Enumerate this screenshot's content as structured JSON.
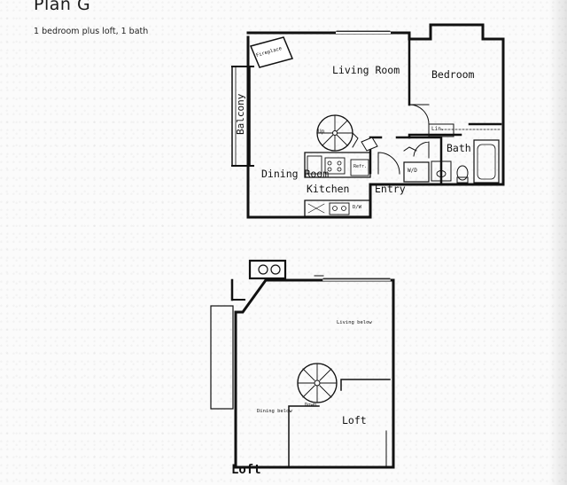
{
  "header": {
    "title": "Plan G",
    "subtitle": "1 bedroom plus loft, 1 bath"
  },
  "main_floor": {
    "rooms": {
      "fireplace": "Fireplace",
      "living_room": "Living Room",
      "bedroom": "Bedroom",
      "balcony": "Balcony",
      "up": "Up",
      "lin": "Lin.",
      "bath": "Bath",
      "dining_room": "Dining Room",
      "kitchen": "Kitchen",
      "entry": "Entry",
      "wd": "W/D",
      "refr": "Refr.",
      "dw": "D/W"
    }
  },
  "loft_floor": {
    "rooms": {
      "living_below": "Living below",
      "dining_below": "Dining below",
      "down": "Down",
      "loft": "Loft"
    },
    "caption": "Loft"
  }
}
